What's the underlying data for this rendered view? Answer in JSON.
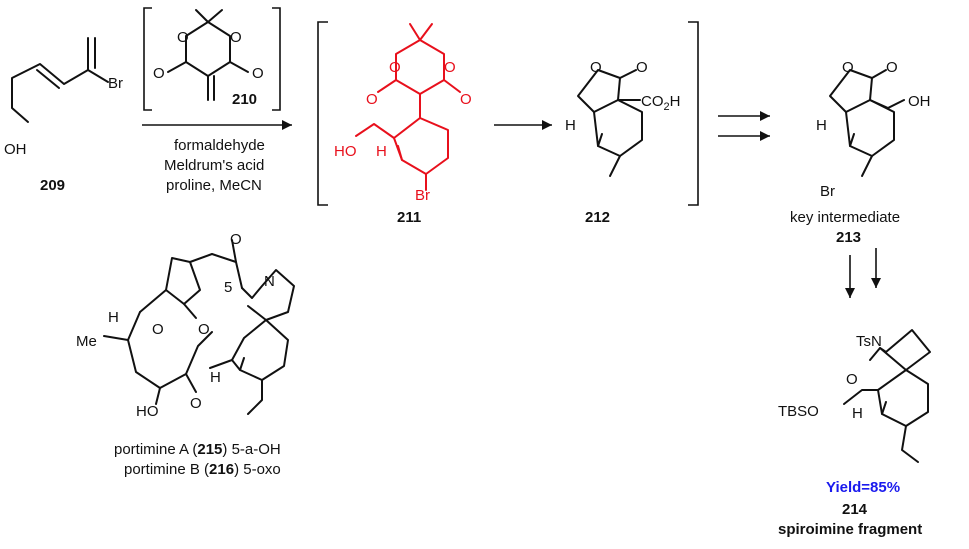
{
  "compounds": {
    "c209": {
      "number": "209",
      "labels": {
        "br": "Br",
        "oh": "OH"
      }
    },
    "c210": {
      "number": "210",
      "labels": {
        "o": "O"
      }
    },
    "c211": {
      "number": "211",
      "labels": {
        "o": "O",
        "h": "H",
        "ho": "HO",
        "br": "Br"
      }
    },
    "c212": {
      "number": "212",
      "labels": {
        "o": "O",
        "h": "H",
        "co2h": "CO",
        "co2h_sub": "2",
        "co2h_tail": "H"
      }
    },
    "c213": {
      "number": "213",
      "caption": "key intermediate",
      "labels": {
        "o": "O",
        "h": "H",
        "oh": "OH",
        "br": "Br"
      }
    },
    "c214": {
      "number": "214",
      "caption": "spiroimine fragment",
      "yield": "Yield=85%",
      "labels": {
        "ts": "TsN",
        "o": "O",
        "tbso": "TBSO",
        "h": "H"
      }
    },
    "portimine": {
      "caption_a_pre": "portimine A (",
      "caption_a_num": "215",
      "caption_a_post": ") 5-a-OH",
      "caption_b_pre": "portimine B (",
      "caption_b_num": "216",
      "caption_b_post": ") 5-oxo",
      "labels": {
        "h": "H",
        "me": "Me",
        "o": "O",
        "n": "N",
        "ho": "HO",
        "five": "5"
      }
    }
  },
  "conditions": {
    "line1": "formaldehyde",
    "line2": "Meldrum's acid",
    "line3": "proline, MeCN"
  },
  "colors": {
    "highlight": "#e8101c",
    "yield": "#1a1aee",
    "ink": "#111111"
  }
}
